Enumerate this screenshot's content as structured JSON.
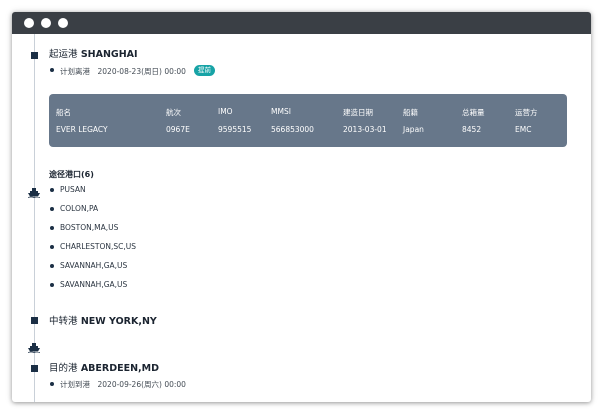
{
  "origin": {
    "label": "起运港",
    "port": "SHANGHAI",
    "detail": "计划离港　2020-08-23(周日) 00:00",
    "badge": "提前"
  },
  "vessel": {
    "headers": [
      "船名",
      "航次",
      "IMO",
      "MMSI",
      "建造日期",
      "船籍",
      "总箱量",
      "运营方"
    ],
    "values": [
      "EVER LEGACY",
      "0967E",
      "9595515",
      "566853000",
      "2013-03-01",
      "Japan",
      "8452",
      "EMC"
    ]
  },
  "via": {
    "title": "途径港口(6)",
    "ports": [
      "PUSAN",
      "COLON,PA",
      "BOSTON,MA,US",
      "CHARLESTON,SC,US",
      "SAVANNAH,GA,US",
      "SAVANNAH,GA,US"
    ]
  },
  "transit": {
    "label": "中转港",
    "port": "NEW YORK,NY"
  },
  "destination": {
    "label": "目的港",
    "port": "ABERDEEN,MD",
    "detail": "计划到港　2020-09-26(周六) 00:00"
  },
  "icons": {
    "window_dots": "window-control-dots",
    "ship": "ship-icon",
    "stop": "stop-marker-icon",
    "scroll_top": "scroll-to-top-icon"
  },
  "colors": {
    "titlebar": "#3a3f45",
    "marker": "#1b2f45",
    "badge": "#17a3a6",
    "vessel_panel": "#67778a"
  }
}
